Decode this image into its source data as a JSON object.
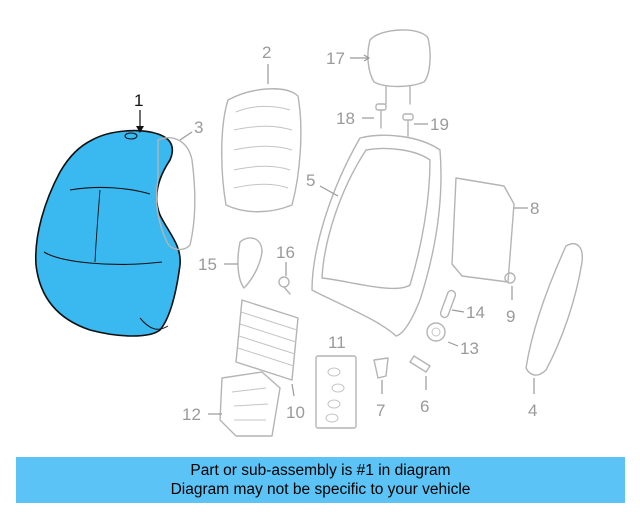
{
  "diagram": {
    "highlight_color": "#3ab8f0",
    "callouts": [
      {
        "id": "1",
        "label": "1"
      },
      {
        "id": "2",
        "label": "2"
      },
      {
        "id": "3",
        "label": "3"
      },
      {
        "id": "4",
        "label": "4"
      },
      {
        "id": "5",
        "label": "5"
      },
      {
        "id": "6",
        "label": "6"
      },
      {
        "id": "7",
        "label": "7"
      },
      {
        "id": "8",
        "label": "8"
      },
      {
        "id": "9",
        "label": "9"
      },
      {
        "id": "10",
        "label": "10"
      },
      {
        "id": "11",
        "label": "11"
      },
      {
        "id": "12",
        "label": "12"
      },
      {
        "id": "13",
        "label": "13"
      },
      {
        "id": "14",
        "label": "14"
      },
      {
        "id": "15",
        "label": "15"
      },
      {
        "id": "16",
        "label": "16"
      },
      {
        "id": "17",
        "label": "17"
      },
      {
        "id": "18",
        "label": "18"
      },
      {
        "id": "19",
        "label": "19"
      }
    ]
  },
  "banner": {
    "background": "#5bc3f5",
    "line1": "Part or sub-assembly is #1 in diagram",
    "line2": "Diagram may not be specific to your vehicle"
  }
}
